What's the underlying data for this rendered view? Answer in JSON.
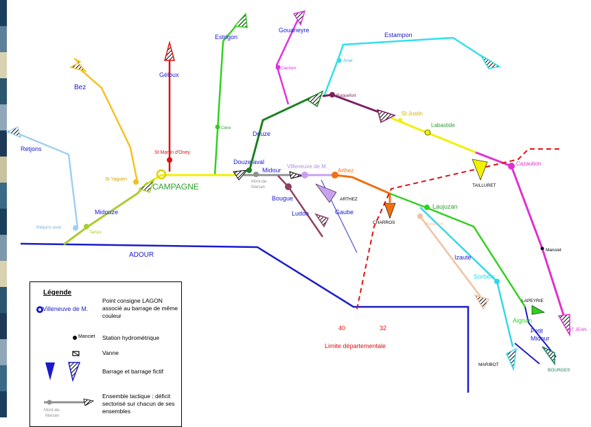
{
  "rivers": {
    "adour": "ADOUR",
    "campagne": "CAMPAGNE",
    "gelous": "Géloux",
    "bez": "Bez",
    "estrigon": "Estrigon",
    "gouaneyre": "Gouaneyre",
    "estampon": "Estampon",
    "retjons": "Retjons",
    "douze": "Douze",
    "douze_aval": "Douze aval",
    "midour": "Midour",
    "midouze": "Midouze",
    "bougue": "Bougue",
    "ludon": "Ludon",
    "gaube": "Gaube",
    "izaute": "Izaute",
    "laujuzan": "Laujuzan",
    "sorbets": "Sorbets",
    "aignan": "Aignan",
    "petit_midour": "Petit\nMidour"
  },
  "points": {
    "st_martin": "St Martin d'Oney",
    "st_yaguen": "St Yaguen",
    "retjons_aval": "Retjons aval",
    "tartas": "Tartas",
    "cere": "Cère",
    "cachen": "Cachen",
    "arue": "Arue",
    "roquefort": "Roquefort",
    "st_justin": "St Justin",
    "labastide": "Labastide",
    "cazaubon": "Cazaubon",
    "villeneuve": "Villeneuve de M.",
    "arthez": "Arthez",
    "mont_de_marsan": "Mont-de-\nMarsan",
    "monlezun": "Monlezun",
    "manciet": "Manciet"
  },
  "dams": {
    "tailluret": "TAILLURET",
    "arthez": "ARTHEZ",
    "charros": "CHARROS",
    "lapeyrie": "LAPEYRIE",
    "st_jean": "ST JEAN",
    "bourges": "BOURGES",
    "maribot": "MARIBOT"
  },
  "border": {
    "label": "Limite départementale",
    "dept_40": "40",
    "dept_32": "32"
  },
  "legend": {
    "title": "Légende",
    "point_example": "Villeneuve de M.",
    "point_desc": "Point consigne LAGON associé au barrage de même couleur",
    "station_example": "Manciet",
    "station_desc": "Station hydrométrique",
    "vanne_desc": "Vanne",
    "barrage_desc": "Barrage et barrage fictif",
    "tactical_example": "Mont-de-\nMarsan",
    "tactical_desc": "Ensemble tactique : déficit sectorisé sur chacun de ses ensembles"
  },
  "colors": {
    "adour": "#1a1acc",
    "campagne": "#f0f000",
    "gelous": "#e01010",
    "bez": "#f5c020",
    "estrigon": "#30d020",
    "gouaneyre": "#e030e0",
    "estampon": "#30e0e8",
    "retjons": "#a0cff0",
    "midouze": "#a8cc30",
    "douze": "#1a8020",
    "roquefort": "#7a2060",
    "cazaubon": "#e030d0",
    "midour": "#909090",
    "villeneuve": "#c8a0f0",
    "arthez": "#f07010",
    "bougue": "#904060",
    "gaube": "#5050d8",
    "izaute": "#f0c0a0",
    "laujuzan": "#30d020",
    "sorbets": "#30d8e8",
    "border": "#e01010"
  },
  "icons": [
    "vanne-icon",
    "barrage-solid-icon",
    "barrage-fictif-icon",
    "hydrometric-station-icon",
    "consign-point-icon"
  ]
}
